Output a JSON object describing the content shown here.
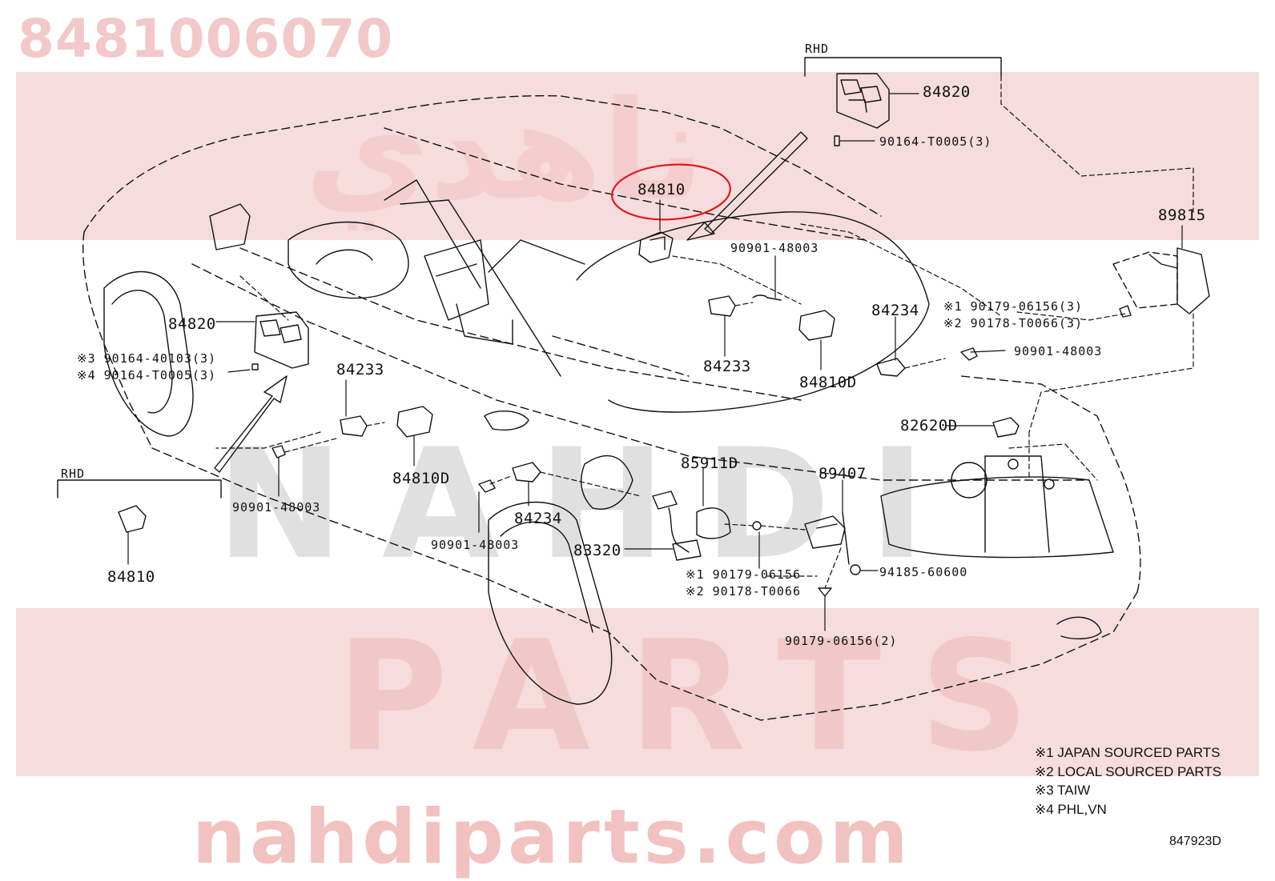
{
  "watermark": {
    "part_number": "8481006070",
    "brand_arabic": "ناهدي",
    "brand_latin_1": "NAHDI",
    "brand_latin_2": "PARTS",
    "site": "nahdiparts.com"
  },
  "labels": {
    "rhd_top": "RHD",
    "rhd_left": "RHD",
    "p84820_top": "84820",
    "p90164_t0005_top": "90164-T0005(3)",
    "p84810_highlight": "84810",
    "p89815": "89815",
    "p90901_top": "90901-48003",
    "p84234_right": "84234",
    "p90179_right": "※1 90179-06156(3)",
    "p90178_right": "※2 90178-T0066(3)",
    "p90901_right": "90901-48003",
    "p84233_center": "84233",
    "p84810d_center": "84810D",
    "p84820_left": "84820",
    "p90164_40103": "※3 90164-40103(3)",
    "p90164_t0005_left": "※4 90164-T0005(3)",
    "p84233_left": "84233",
    "p84810d_left": "84810D",
    "p90901_left": "90901-48003",
    "p84810_left": "84810",
    "p82620d": "82620D",
    "p85911d": "85911D",
    "p89407": "89407",
    "p84234_center": "84234",
    "p90901_bottom": "90901-48003",
    "p83320": "83320",
    "p90179_bottom": "※1 90179-06156",
    "p90178_bottom": "※2 90178-T0066",
    "p94185": "94185-60600",
    "p90179_2": "90179-06156(2)"
  },
  "notes": [
    "※1 JAPAN SOURCED PARTS",
    "※2 LOCAL SOURCED PARTS",
    "※3 TAIW",
    "※4 PHL,VN"
  ],
  "diagram_code": "847923D",
  "colors": {
    "line": "#111111",
    "highlight": "#e8141c",
    "watermark_band": "#f6dcdc",
    "watermark_text": "#f1c2c0"
  }
}
